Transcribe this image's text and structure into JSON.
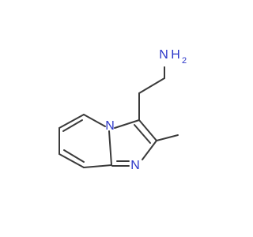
{
  "molecule": {
    "atoms": {
      "amine_n": "N",
      "amine_h": "H",
      "amine_h_count": "2",
      "bridgehead_n": "N",
      "ring_n": "N"
    },
    "colors": {
      "bond": "#3a3a3a",
      "heteroatom": "#2b36c8",
      "background": "#ffffff"
    }
  }
}
